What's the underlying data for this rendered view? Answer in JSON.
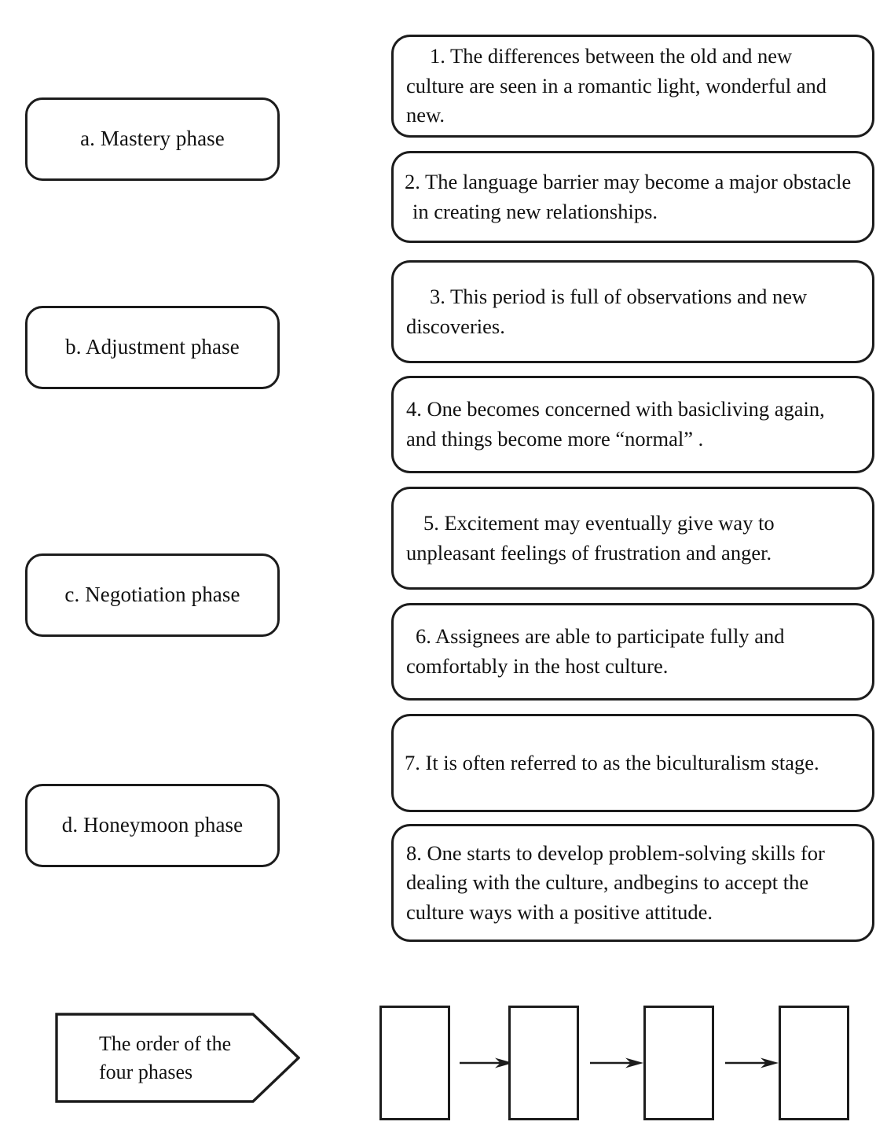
{
  "exercise": {
    "type": "matching-and-ordering",
    "phases": [
      {
        "id": "a",
        "label": "a. Mastery phase"
      },
      {
        "id": "b",
        "label": "b. Adjustment phase"
      },
      {
        "id": "c",
        "label": "c. Negotiation phase"
      },
      {
        "id": "d",
        "label": "d. Honeymoon phase"
      }
    ],
    "statements": [
      {
        "number": "1",
        "text": "1. The differences between the old and new culture are seen in a romantic light, wonderful and new."
      },
      {
        "number": "2",
        "text": "2. The language barrier may become a major obstacle in creating new relationships."
      },
      {
        "number": "3",
        "text": "3. This period is full of observations and new discoveries."
      },
      {
        "number": "4",
        "text": "4. One becomes concerned with basicliving again, and things become more “normal” ."
      },
      {
        "number": "5",
        "text": "5. Excitement may eventually give way to unpleasant feelings of frustration and anger."
      },
      {
        "number": "6",
        "text": "6. Assignees are able to participate fully and comfortably in the host culture."
      },
      {
        "number": "7",
        "text": "7. It is often referred to as the biculturalism stage."
      },
      {
        "number": "8",
        "text": "8. One starts to develop problem-solving skills for dealing with the culture, andbegins to accept the culture ways with a positive attitude."
      }
    ],
    "order_banner": {
      "label": "The order of the\nfour phases"
    },
    "answer_slots": [
      {
        "index": "1",
        "value": ""
      },
      {
        "index": "2",
        "value": ""
      },
      {
        "index": "3",
        "value": ""
      },
      {
        "index": "4",
        "value": ""
      }
    ],
    "colors": {
      "stroke": "#1c1c1c",
      "background": "#ffffff",
      "text": "#111111"
    }
  }
}
